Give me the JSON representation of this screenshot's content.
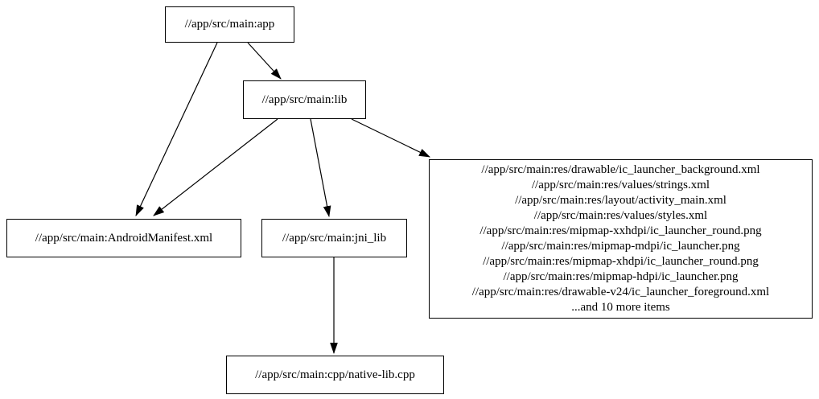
{
  "graph": {
    "background_color": "#ffffff",
    "node_border_color": "#000000",
    "edge_color": "#000000",
    "text_color": "#000000"
  },
  "nodes": {
    "app": {
      "label": "//app/src/main:app"
    },
    "lib": {
      "label": "//app/src/main:lib"
    },
    "android_manifest": {
      "label": "//app/src/main:AndroidManifest.xml"
    },
    "jni_lib": {
      "label": "//app/src/main:jni_lib"
    },
    "native_lib_cpp": {
      "label": "//app/src/main:cpp/native-lib.cpp"
    },
    "res_files": {
      "lines": [
        "//app/src/main:res/drawable/ic_launcher_background.xml",
        "//app/src/main:res/values/strings.xml",
        "//app/src/main:res/layout/activity_main.xml",
        "//app/src/main:res/values/styles.xml",
        "//app/src/main:res/mipmap-xxhdpi/ic_launcher_round.png",
        "//app/src/main:res/mipmap-mdpi/ic_launcher.png",
        "//app/src/main:res/mipmap-xhdpi/ic_launcher_round.png",
        "//app/src/main:res/mipmap-hdpi/ic_launcher.png",
        "//app/src/main:res/drawable-v24/ic_launcher_foreground.xml",
        "...and 10 more items"
      ]
    }
  },
  "edges": [
    {
      "from": "app",
      "to": "android_manifest"
    },
    {
      "from": "app",
      "to": "lib"
    },
    {
      "from": "lib",
      "to": "android_manifest"
    },
    {
      "from": "lib",
      "to": "jni_lib"
    },
    {
      "from": "lib",
      "to": "res_files"
    },
    {
      "from": "jni_lib",
      "to": "native_lib_cpp"
    }
  ]
}
